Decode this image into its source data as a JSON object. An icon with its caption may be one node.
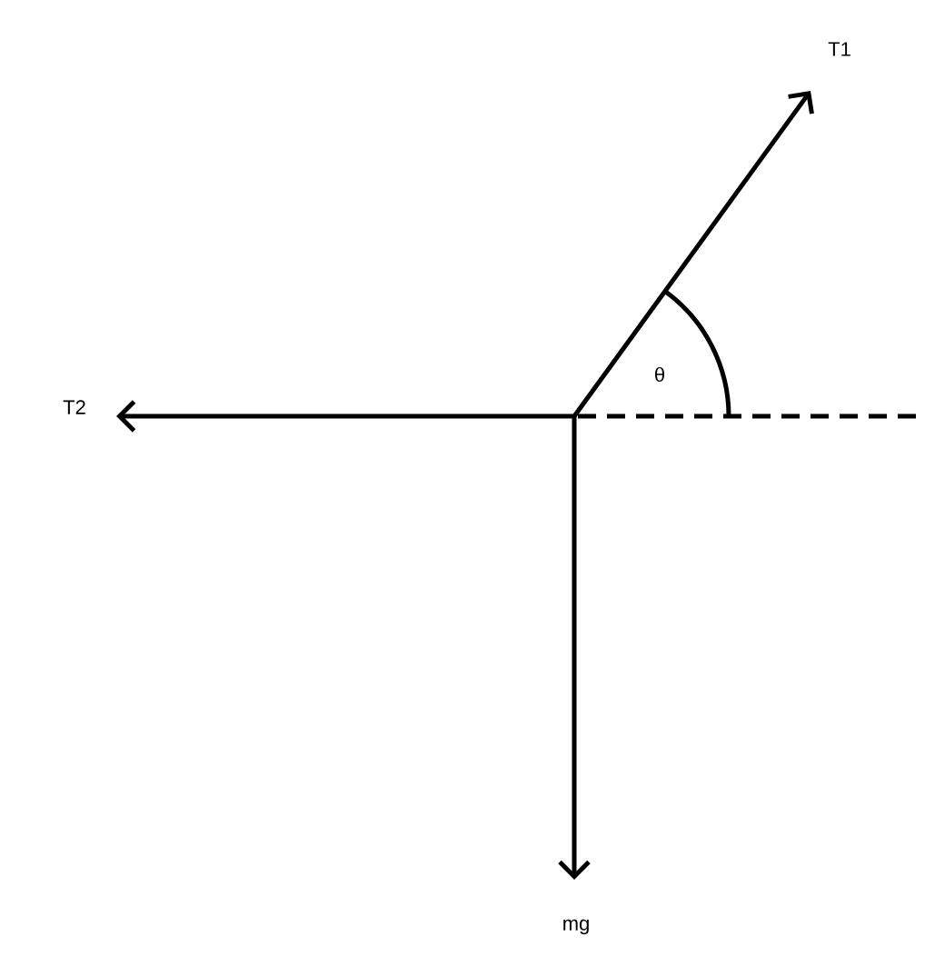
{
  "diagram": {
    "labels": [
      "T1",
      "T2",
      "θ",
      "mg"
    ]
  }
}
